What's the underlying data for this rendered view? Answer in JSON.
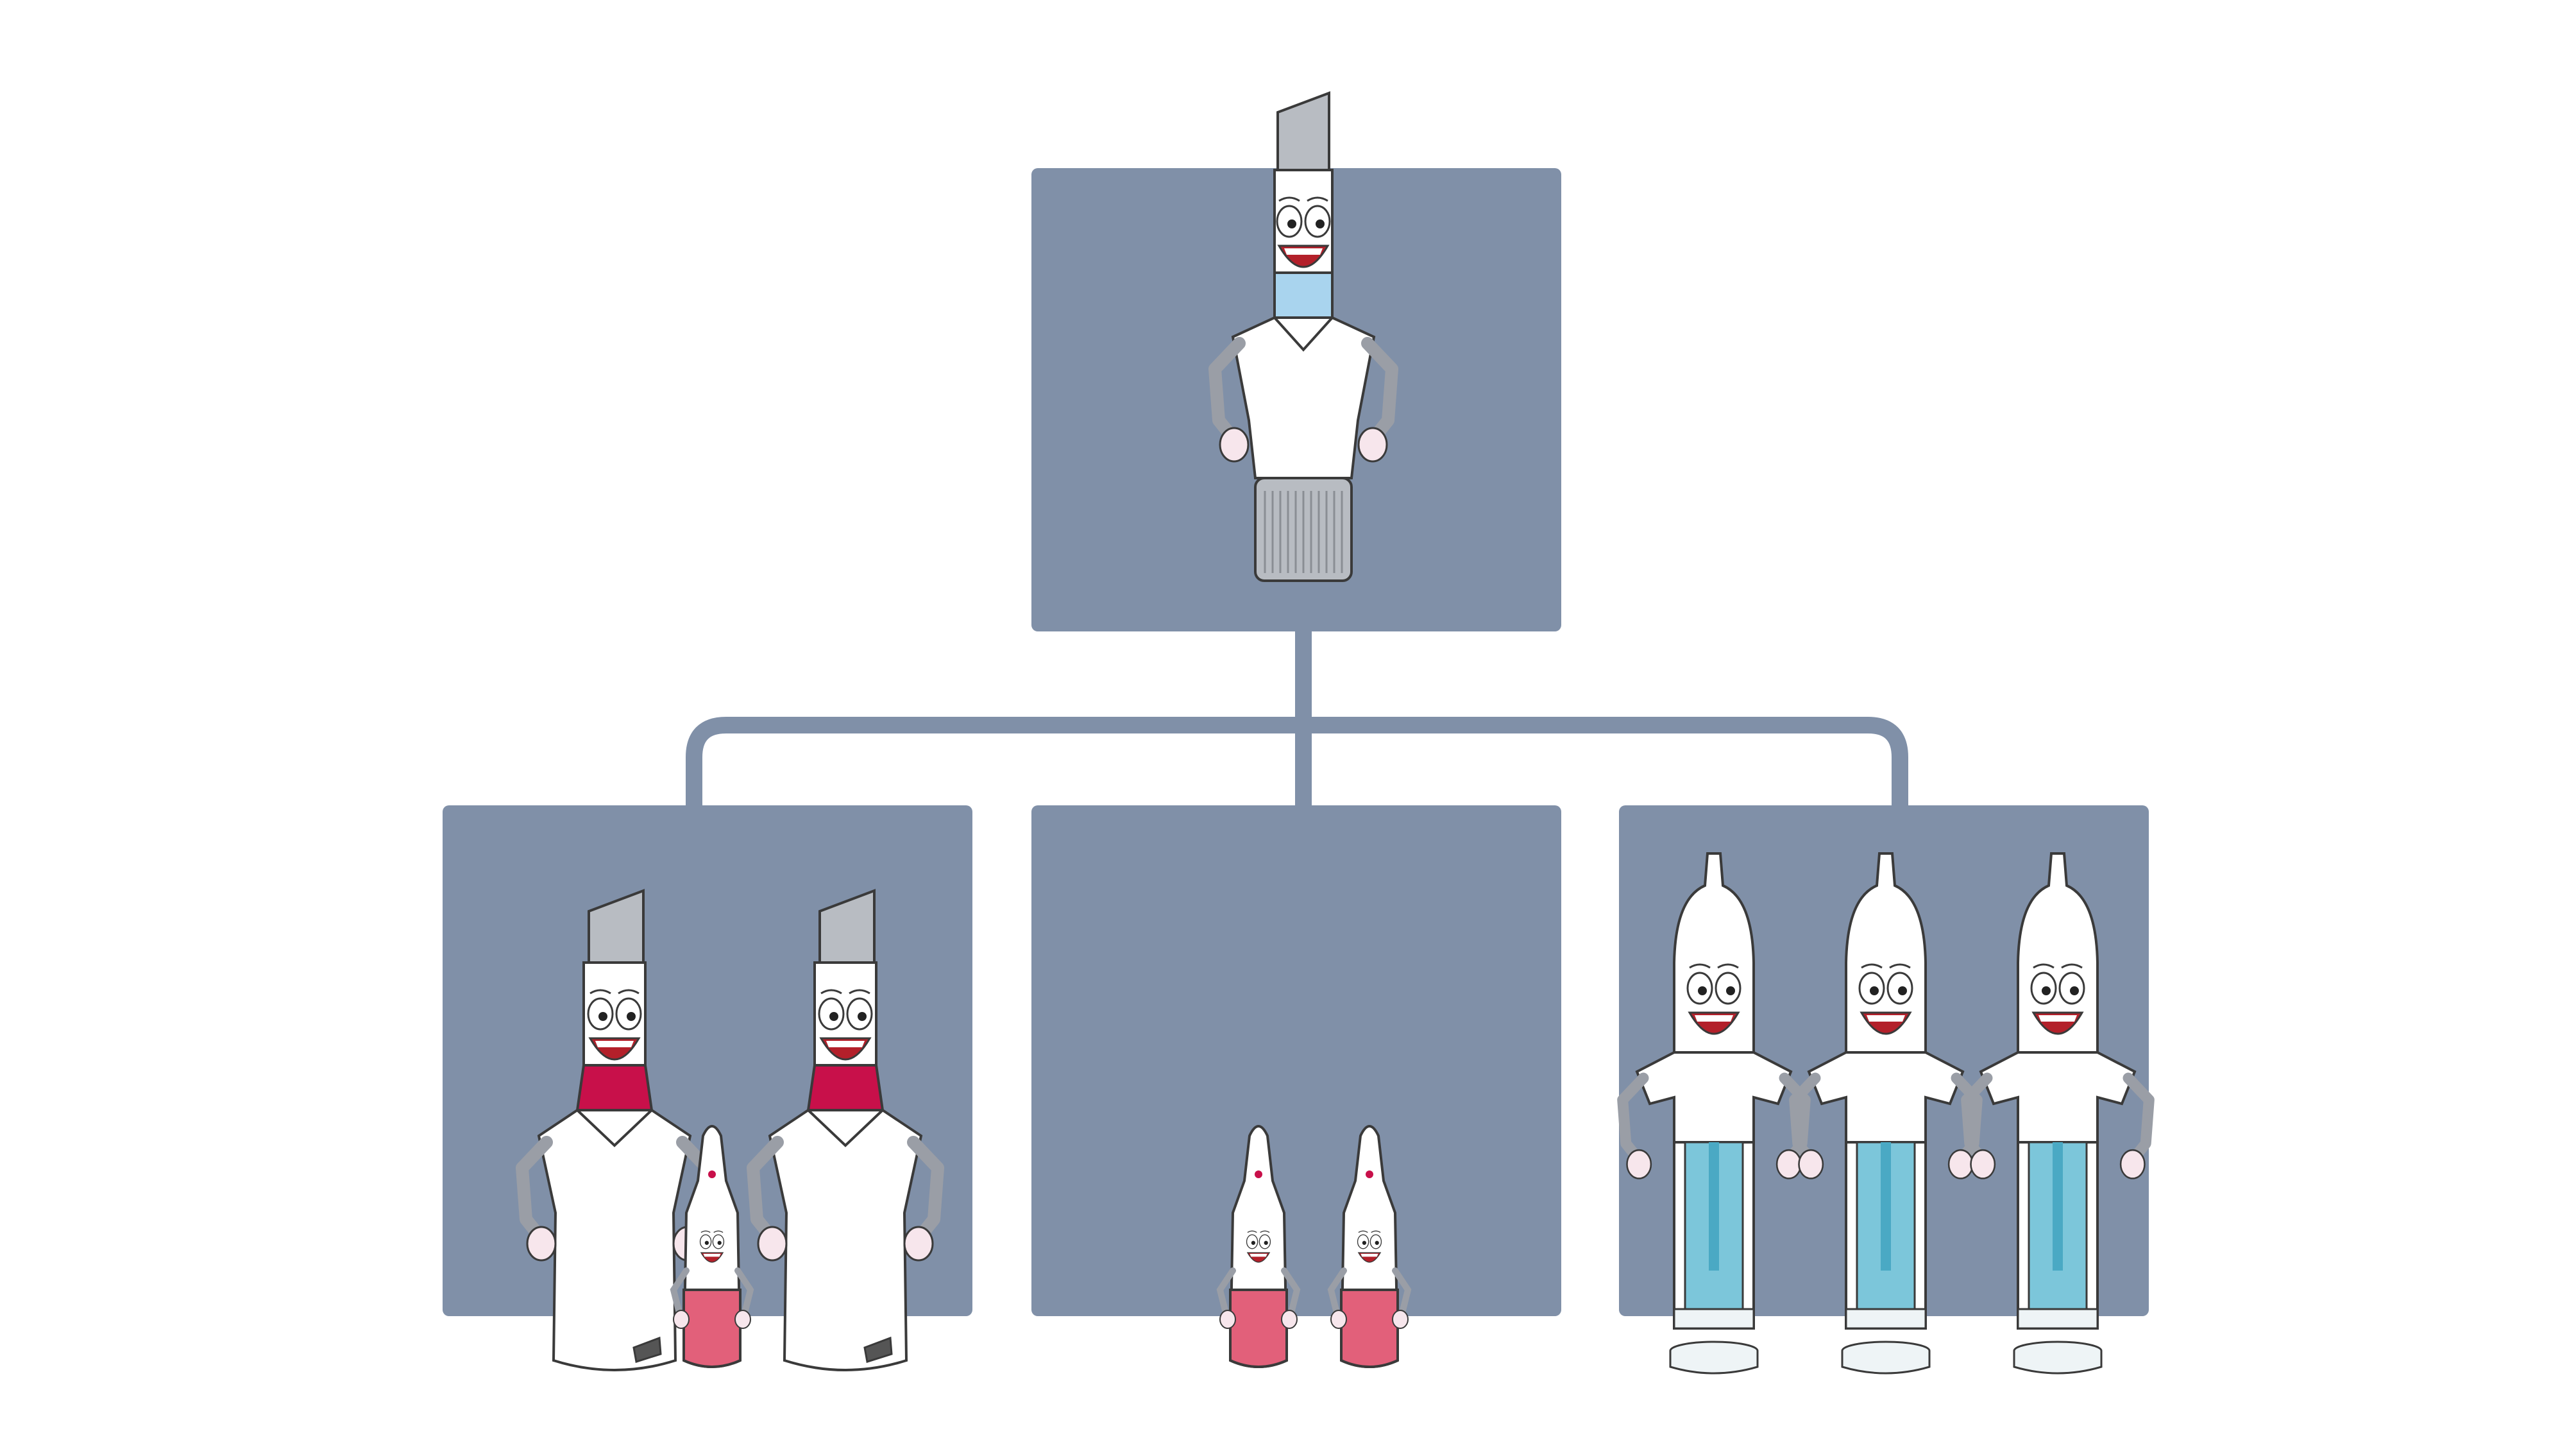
{
  "colors": {
    "background": "#ffffff",
    "box": "#8090a8",
    "connector": "#8090a8",
    "outline": "#3a3a3a",
    "bottle_white": "#ffffff",
    "cap_gray": "#b8bcc2",
    "vial_blue_band": "#a9d4ee",
    "bottle_red_band": "#c8104a",
    "ampoule_liquid_red": "#e2607a",
    "syringe_liquid_cyan": "#7cc6da",
    "face_mouth": "#b3202a",
    "glove": "#f7e6ec",
    "arm_gray": "#9a9ea6"
  },
  "boxes": [
    {
      "id": "top",
      "characters": [
        {
          "kind": "vial-blue-band",
          "icon": "vial-character-icon"
        }
      ]
    },
    {
      "id": "left",
      "characters": [
        {
          "kind": "bottle-red-band",
          "icon": "bottle-character-icon"
        },
        {
          "kind": "ampoule-red",
          "icon": "ampoule-character-icon"
        },
        {
          "kind": "bottle-red-band",
          "icon": "bottle-character-icon"
        }
      ]
    },
    {
      "id": "middle",
      "characters": [
        {
          "kind": "ampoule-red",
          "icon": "ampoule-character-icon"
        },
        {
          "kind": "ampoule-red",
          "icon": "ampoule-character-icon"
        }
      ]
    },
    {
      "id": "right",
      "characters": [
        {
          "kind": "syringe-cyan",
          "icon": "syringe-character-icon"
        },
        {
          "kind": "syringe-cyan",
          "icon": "syringe-character-icon"
        },
        {
          "kind": "syringe-cyan",
          "icon": "syringe-character-icon"
        }
      ]
    }
  ]
}
